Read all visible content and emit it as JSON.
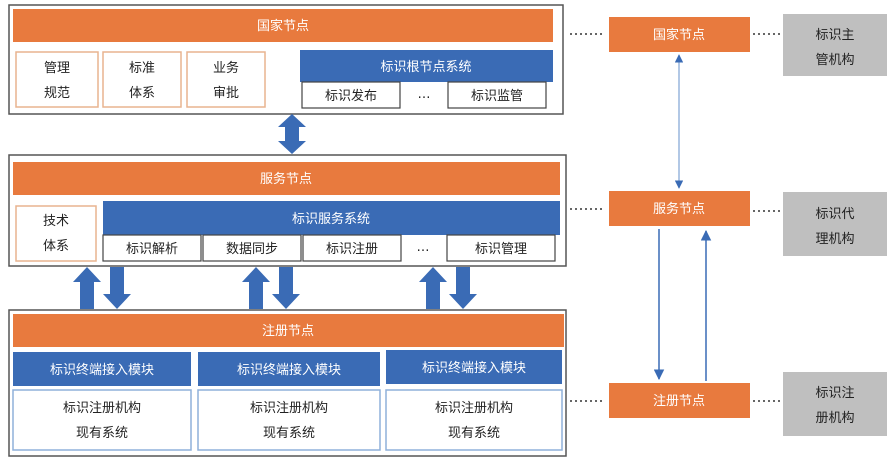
{
  "colors": {
    "orange": "#E87A3E",
    "blue": "#3A6BB5",
    "gray": "#BFBFBF",
    "frame": "#555555",
    "tan_border": "#E8B48F",
    "light_blue_border": "#8FB0DA",
    "arrow": "#3A6BB5"
  },
  "national": {
    "title": "国家节点",
    "boxes": [
      {
        "line1": "管理",
        "line2": "规范"
      },
      {
        "line1": "标准",
        "line2": "体系"
      },
      {
        "line1": "业务",
        "line2": "审批"
      }
    ],
    "root_system": {
      "title": "标识根节点系统",
      "items": [
        "标识发布",
        "…",
        "标识监管"
      ]
    }
  },
  "service": {
    "title": "服务节点",
    "tech_box": {
      "line1": "技术",
      "line2": "体系"
    },
    "system": {
      "title": "标识服务系统",
      "items": [
        "标识解析",
        "数据同步",
        "标识注册",
        "…",
        "标识管理"
      ]
    }
  },
  "registry": {
    "title": "注册节点",
    "modules": [
      {
        "title": "标识终端接入模块",
        "line1": "标识注册机构",
        "line2": "现有系统"
      },
      {
        "title": "标识终端接入模块",
        "line1": "标识注册机构",
        "line2": "现有系统"
      },
      {
        "title": "标识终端接入模块",
        "line1": "标识注册机构",
        "line2": "现有系统"
      }
    ]
  },
  "right": {
    "nodes": [
      {
        "label": "国家节点",
        "agency_line1": "标识主",
        "agency_line2": "管机构"
      },
      {
        "label": "服务节点",
        "agency_line1": "标识代",
        "agency_line2": "理机构"
      },
      {
        "label": "注册节点",
        "agency_line1": "标识注",
        "agency_line2": "册机构"
      }
    ]
  }
}
